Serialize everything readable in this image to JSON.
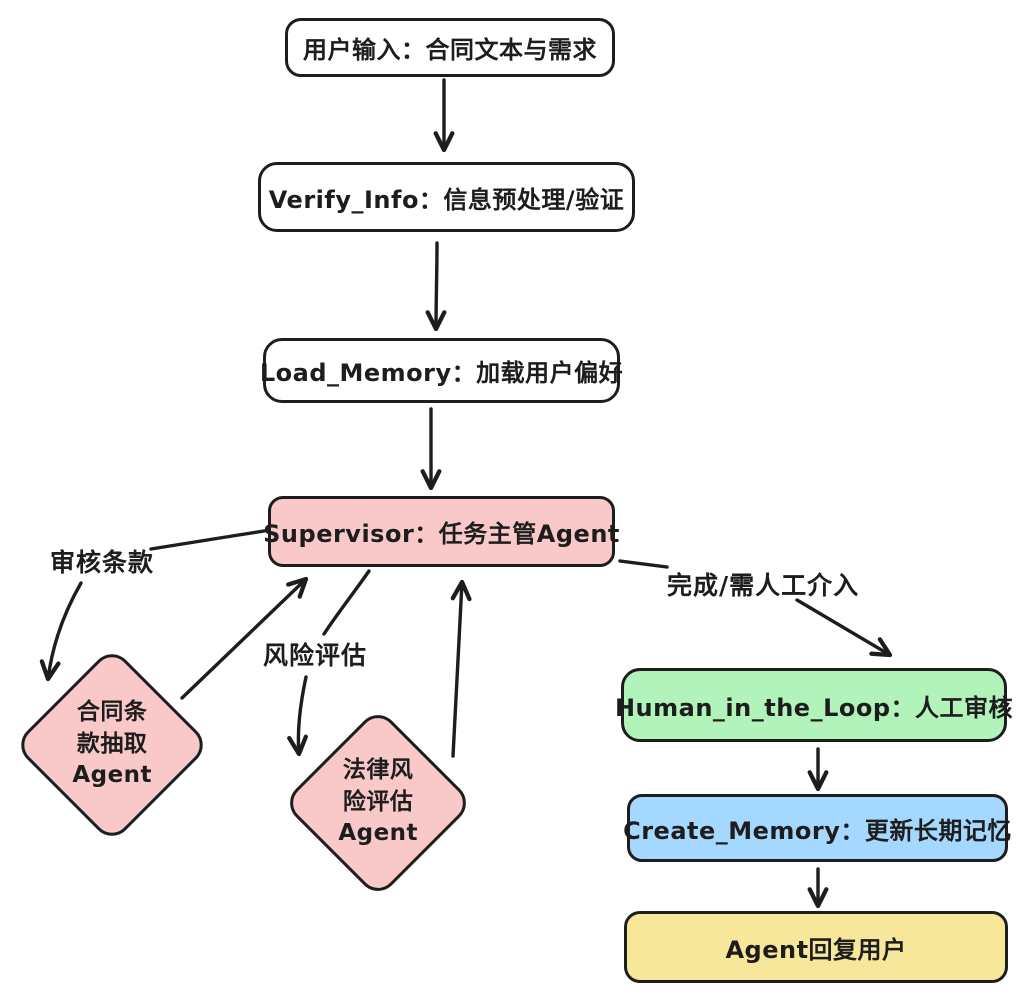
{
  "diagram": {
    "background": "#ffffff",
    "stroke_color": "#1d1d1d",
    "nodes": {
      "user_input": {
        "label": "用户输入：合同文本与需求",
        "fill": "#ffffff",
        "shape": "rounded-rect"
      },
      "verify_info": {
        "label": "Verify_Info：信息预处理/验证",
        "fill": "#ffffff",
        "shape": "rounded-rect"
      },
      "load_memory": {
        "label": "Load_Memory：加载用户偏好",
        "fill": "#ffffff",
        "shape": "rounded-rect"
      },
      "supervisor": {
        "label": "Supervisor：任务主管Agent",
        "fill": "#f9c9c9",
        "shape": "rounded-rect"
      },
      "contract_clause_agent": {
        "lines": [
          "合同条",
          "款抽取",
          "Agent"
        ],
        "fill": "#f9c9c9",
        "shape": "diamond"
      },
      "legal_risk_agent": {
        "lines": [
          "法律风",
          "险评估",
          "Agent"
        ],
        "fill": "#f9c9c9",
        "shape": "diamond"
      },
      "human_in_the_loop": {
        "label": "Human_in_the_Loop：人工审核",
        "fill": "#b2f2bb",
        "shape": "rounded-rect"
      },
      "create_memory": {
        "label": "Create_Memory：更新长期记忆",
        "fill": "#a5d8ff",
        "shape": "rounded-rect"
      },
      "agent_reply": {
        "label": "Agent回复用户",
        "fill": "#f7e79a",
        "shape": "rounded-rect"
      }
    },
    "edge_labels": {
      "review_clauses": "审核条款",
      "risk_assessment": "风险评估",
      "done_or_human": "完成/需人工介入"
    }
  }
}
